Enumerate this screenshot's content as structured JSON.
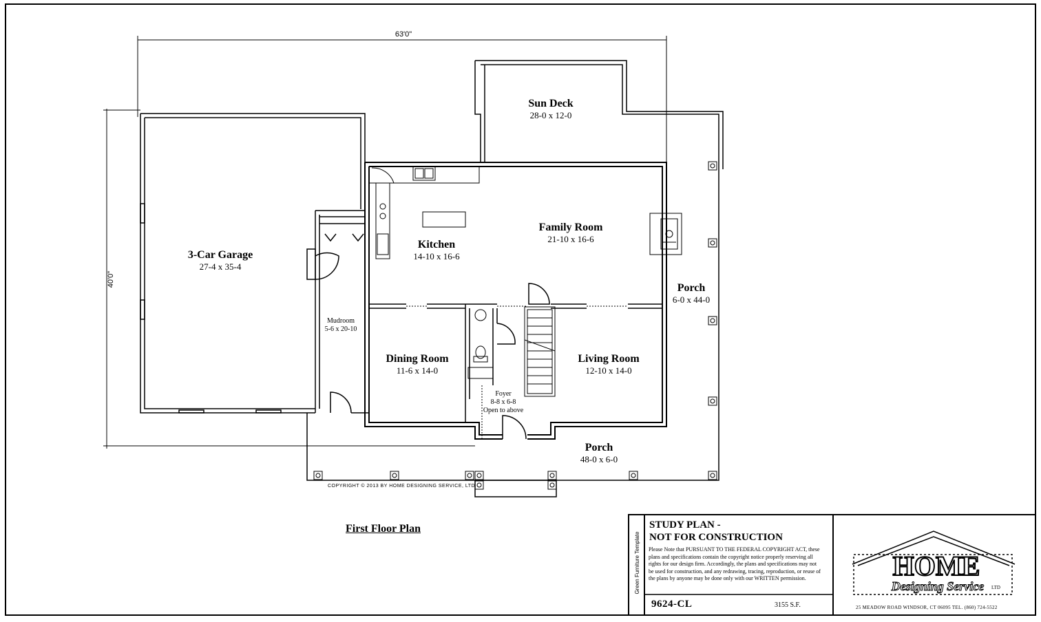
{
  "dimensions": {
    "overall_width": "63'0\"",
    "overall_depth": "40'0\""
  },
  "rooms": {
    "sun_deck": {
      "name": "Sun Deck",
      "size": "28-0 x 12-0"
    },
    "family_room": {
      "name": "Family Room",
      "size": "21-10 x 16-6"
    },
    "kitchen": {
      "name": "Kitchen",
      "size": "14-10 x 16-6"
    },
    "garage": {
      "name": "3-Car Garage",
      "size": "27-4 x 35-4"
    },
    "porch_side": {
      "name": "Porch",
      "size": "6-0 x 44-0"
    },
    "mudroom": {
      "name": "Mudroom",
      "size": "5-6 x 20-10"
    },
    "dining_room": {
      "name": "Dining Room",
      "size": "11-6 x 14-0"
    },
    "living_room": {
      "name": "Living Room",
      "size": "12-10 x 14-0"
    },
    "foyer": {
      "name": "Foyer",
      "size": "8-8 x 6-8",
      "note": "Open to above"
    },
    "porch_front": {
      "name": "Porch",
      "size": "48-0 x 6-0"
    }
  },
  "copyright": "COPYRIGHT © 2013 BY HOME DESIGNING SERVICE, LTD",
  "plan_title": "First Floor Plan",
  "title_block": {
    "side_text": "Green Furniture Template",
    "title_line1": "STUDY PLAN -",
    "title_line2": "NOT FOR CONSTRUCTION",
    "notice": "Please Note that PURSUANT TO THE FEDERAL COPYRIGHT ACT, these plans and specifications contain the copyright notice properly reserving all rights for our design firm. Accordingly, the plans and specifications may not be used for construction, and any redrawing, tracing, reproduction, or reuse of the plans by anyone may be done only with our WRITTEN permission.",
    "plan_number": "9624-CL",
    "square_feet": "3155 S.F.",
    "logo_text_main": "HOME",
    "logo_text_sub": "Designing Service",
    "logo_text_ltd": "LTD",
    "address": "25 MEADOW ROAD   WINDSOR, CT 06095   TEL. (860) 724-5522"
  }
}
